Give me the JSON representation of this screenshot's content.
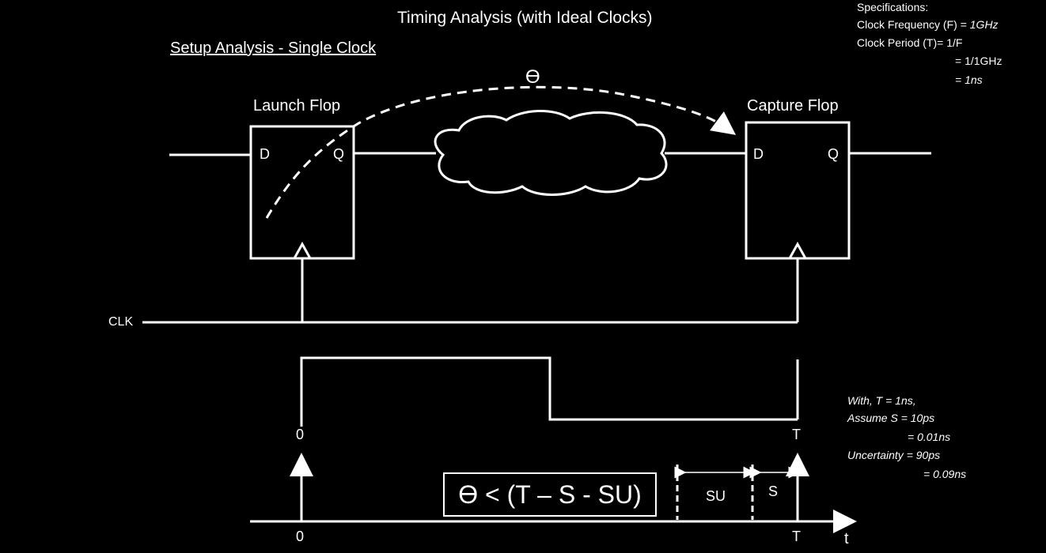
{
  "title": "Timing Analysis (with Ideal Clocks)",
  "subtitle": "Setup Analysis - Single Clock",
  "theta_symbol": "ϴ",
  "launch_flop": {
    "label": "Launch Flop",
    "d": "D",
    "q": "Q"
  },
  "capture_flop": {
    "label": "Capture Flop",
    "d": "D",
    "q": "Q"
  },
  "clk_label": "CLK",
  "specifications": {
    "heading": "Specifications:",
    "freq_label": "Clock Frequency (F) = ",
    "freq_value": "1GHz",
    "period_label": "Clock Period (T)= 1/F",
    "period_step": "= 1/1GHz",
    "period_result": "= 1ns"
  },
  "assumptions": {
    "line1": "With, T = 1ns,",
    "line2": "Assume S = 10ps",
    "line3": "= 0.01ns",
    "line4": "Uncertainty = 90ps",
    "line5": "= 0.09ns"
  },
  "waveform": {
    "start_label": "0",
    "end_label": "T"
  },
  "timeline": {
    "start_label": "0",
    "end_label": "T",
    "axis_label": "t",
    "su_label": "SU",
    "s_label": "S",
    "formula": "ϴ < (T – S - SU)"
  },
  "colors": {
    "background": "#000000",
    "foreground": "#ffffff"
  }
}
